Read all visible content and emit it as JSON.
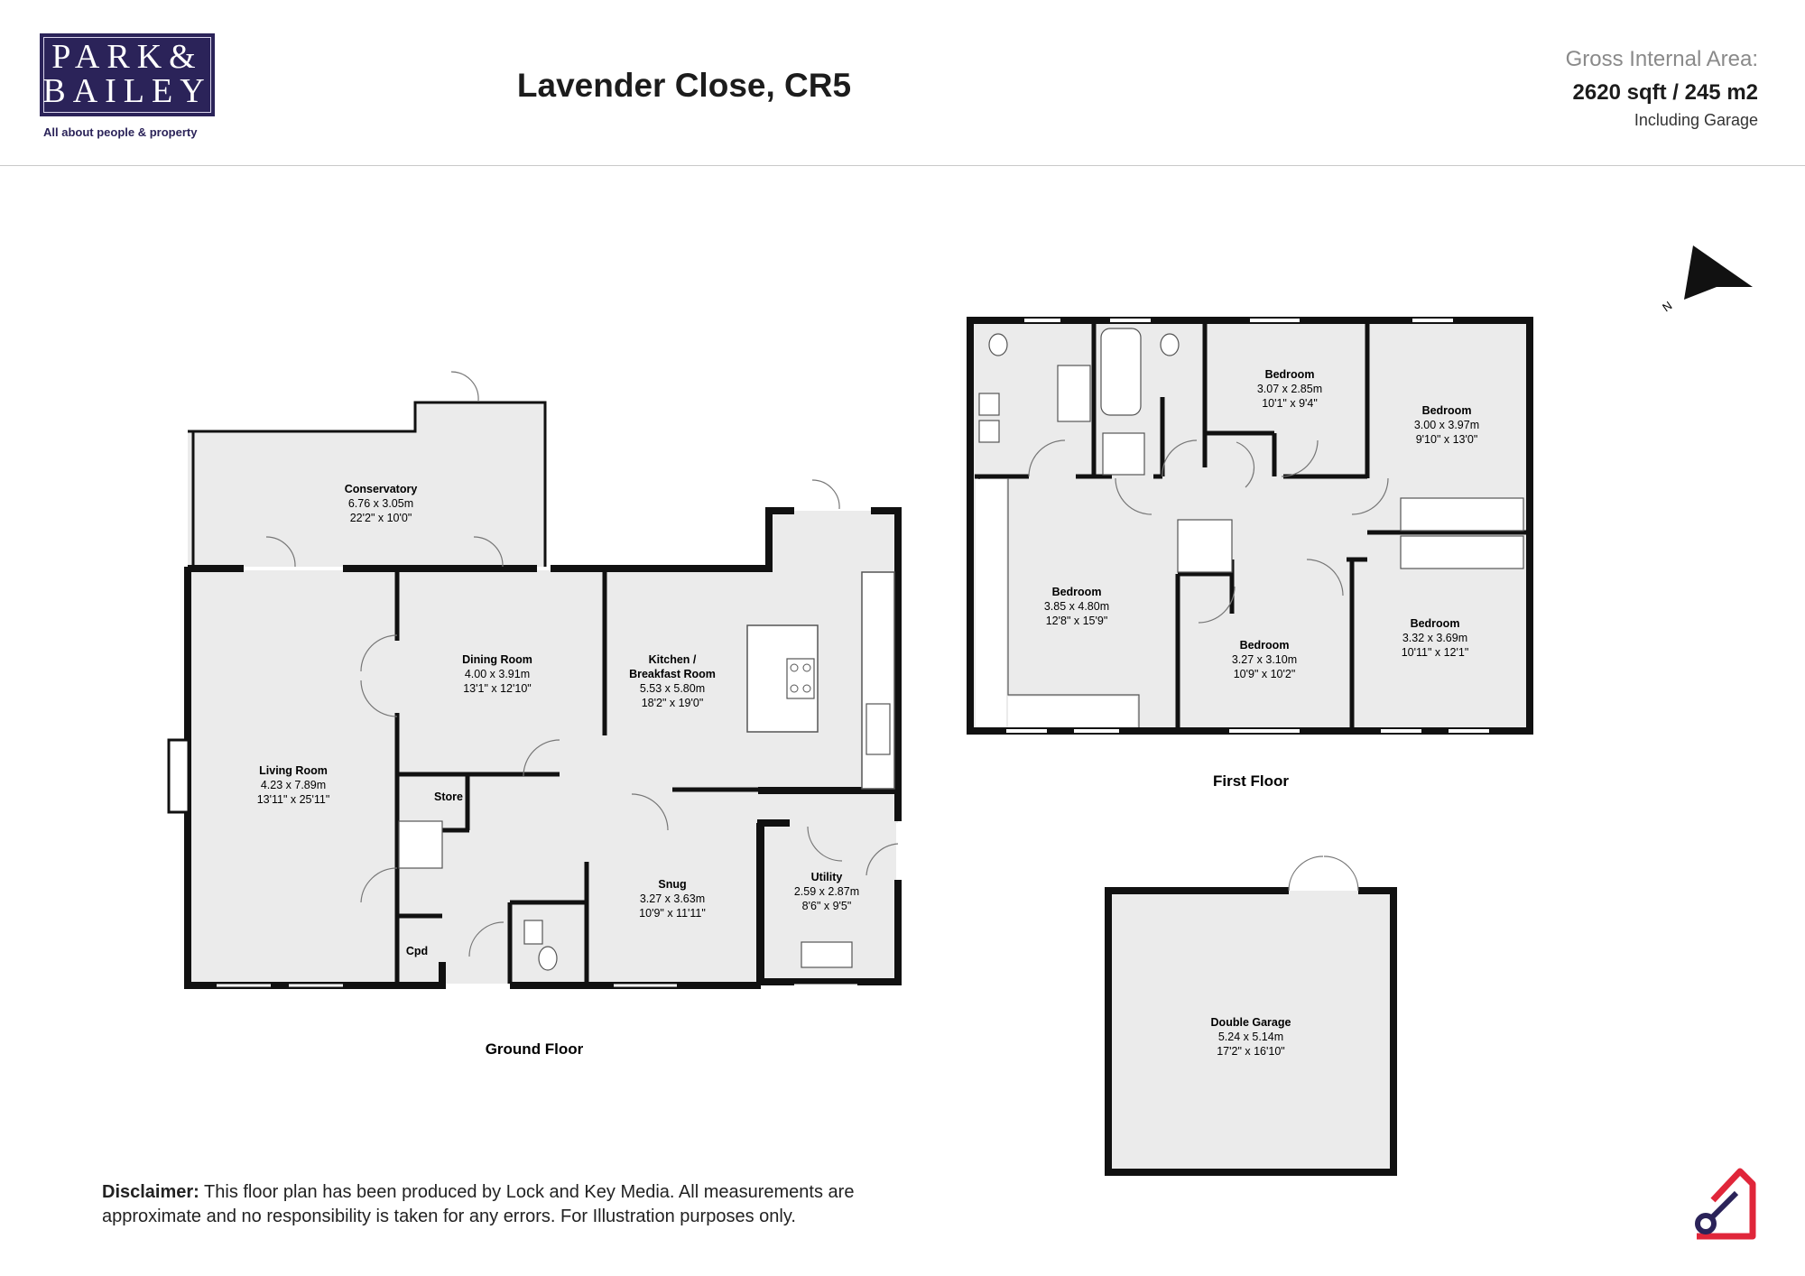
{
  "brand": {
    "line1": "PARK&",
    "line2": "BAILEY",
    "tagline": "All about people & property",
    "color": "#2b2359"
  },
  "title": "Lavender Close, CR5",
  "area": {
    "label": "Gross Internal Area:",
    "value": "2620 sqft / 245 m2",
    "note": "Including Garage"
  },
  "floors": {
    "ground": "Ground Floor",
    "first": "First Floor"
  },
  "rooms": {
    "conservatory": {
      "name": "Conservatory",
      "metric": "6.76 x 3.05m",
      "imperial": "22'2\" x 10'0\""
    },
    "living": {
      "name": "Living Room",
      "metric": "4.23 x 7.89m",
      "imperial": "13'11\" x 25'11\""
    },
    "dining": {
      "name": "Dining Room",
      "metric": "4.00 x 3.91m",
      "imperial": "13'1\" x 12'10\""
    },
    "kitchen": {
      "name1": "Kitchen /",
      "name2": "Breakfast Room",
      "metric": "5.53 x 5.80m",
      "imperial": "18'2\" x 19'0\""
    },
    "store": {
      "name": "Store"
    },
    "cpd": {
      "name": "Cpd"
    },
    "snug": {
      "name": "Snug",
      "metric": "3.27 x 3.63m",
      "imperial": "10'9\" x 11'11\""
    },
    "utility": {
      "name": "Utility",
      "metric": "2.59 x 2.87m",
      "imperial": "8'6\" x 9'5\""
    },
    "bed1": {
      "name": "Bedroom",
      "metric": "3.07 x 2.85m",
      "imperial": "10'1\" x 9'4\""
    },
    "bed2": {
      "name": "Bedroom",
      "metric": "3.00 x 3.97m",
      "imperial": "9'10\" x 13'0\""
    },
    "bed3": {
      "name": "Bedroom",
      "metric": "3.85 x 4.80m",
      "imperial": "12'8\" x 15'9\""
    },
    "bed4": {
      "name": "Bedroom",
      "metric": "3.27 x 3.10m",
      "imperial": "10'9\" x 10'2\""
    },
    "bed5": {
      "name": "Bedroom",
      "metric": "3.32 x 3.69m",
      "imperial": "10'11\" x 12'1\""
    },
    "garage": {
      "name": "Double Garage",
      "metric": "5.24 x 5.14m",
      "imperial": "17'2\" x 16'10\""
    }
  },
  "compass": {
    "label": "N"
  },
  "disclaimer": {
    "heading": "Disclaimer:",
    "text": " This floor plan has been produced by Lock and Key Media. All measurements are approximate and no responsibility is taken for any errors. For Illustration purposes only."
  },
  "icons": [
    "compass-arrow-icon",
    "house-key-icon"
  ],
  "colors": {
    "wall": "#111111",
    "floor": "#ebebeb",
    "accent": "#e0263a",
    "brand": "#2b2359"
  }
}
